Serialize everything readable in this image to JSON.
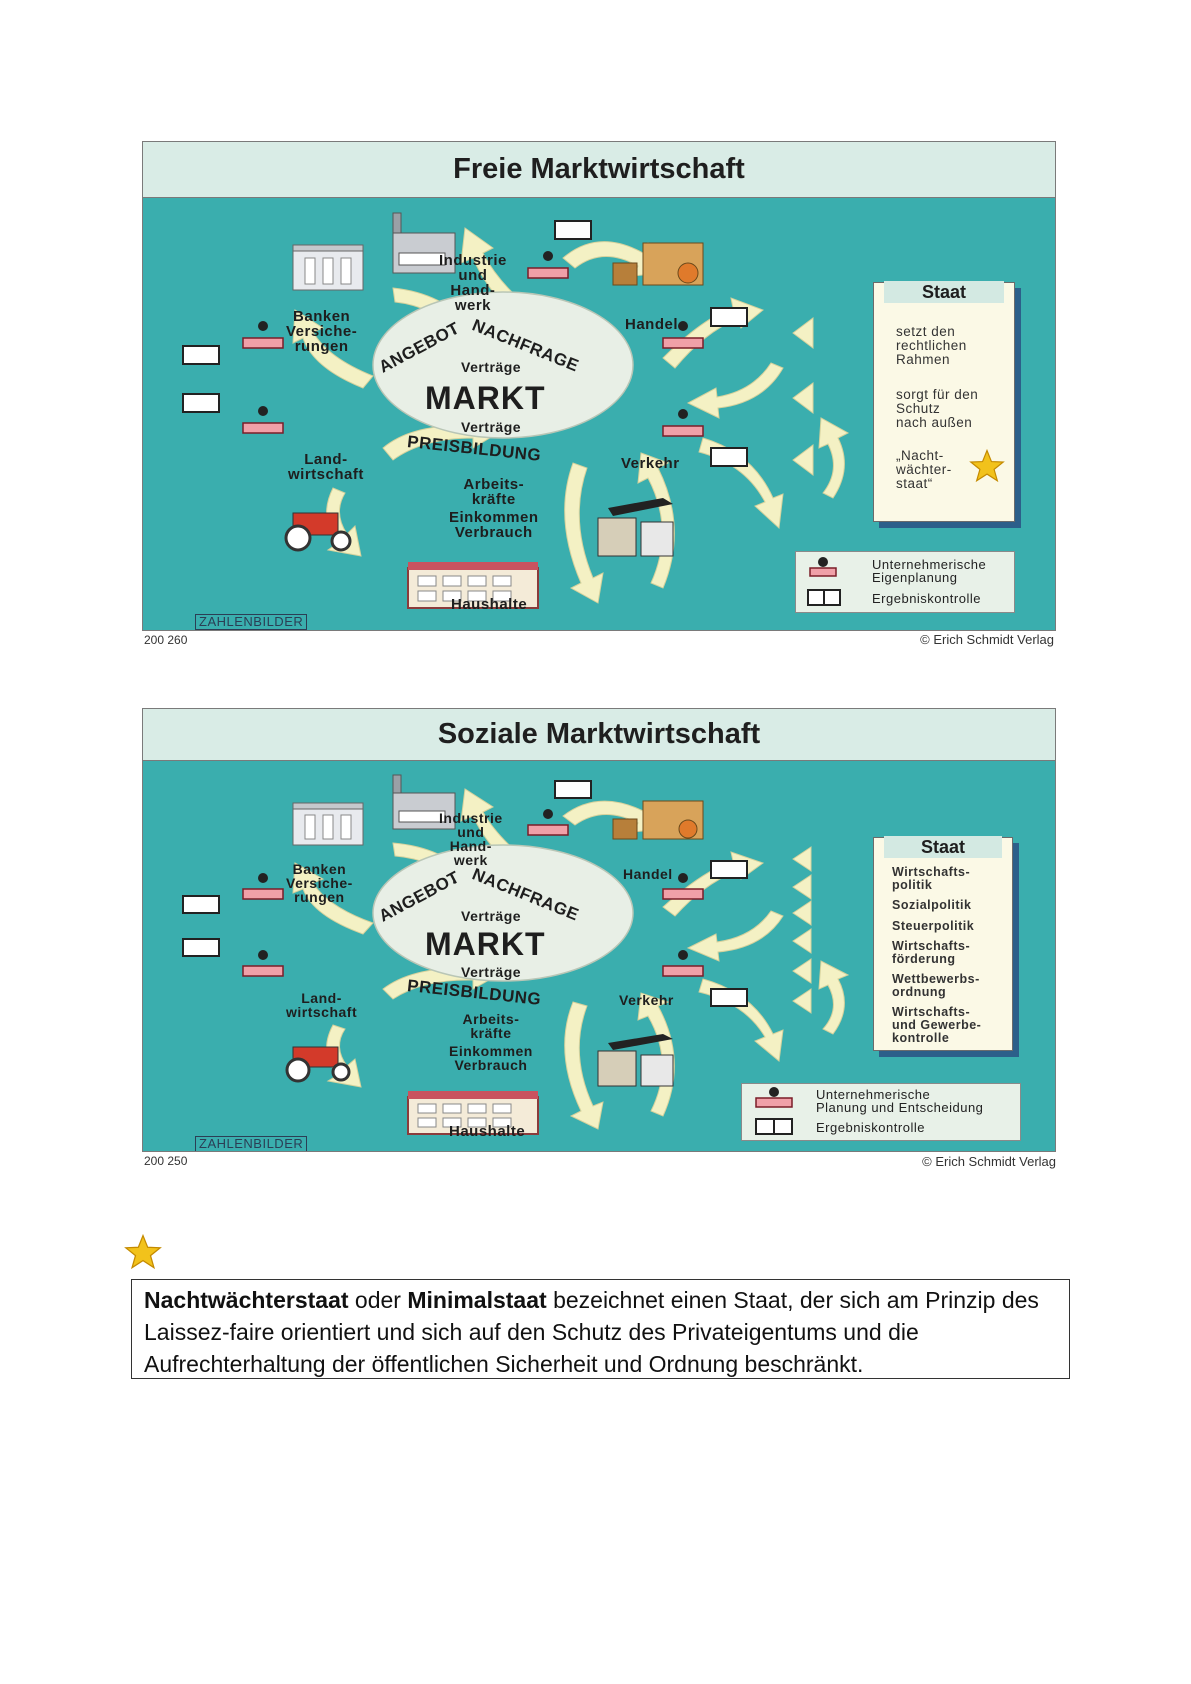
{
  "diagram1": {
    "title": "Freie Marktwirtschaft",
    "market": {
      "angebot": "ANGEBOT",
      "dot": "·",
      "nachfrage": "NACHFRAGE",
      "vertraege_top": "Verträge",
      "markt": "MARKT",
      "vertraege_bottom": "Verträge",
      "preisbildung": "PREISBILDUNG"
    },
    "sectors": {
      "industrie": [
        "Industrie",
        "und",
        "Hand-",
        "werk"
      ],
      "banken": [
        "Banken",
        "Versiche-",
        "rungen"
      ],
      "handel": "Handel",
      "landwirtschaft": [
        "Land-",
        "wirtschaft"
      ],
      "verkehr": "Verkehr",
      "arbeit": [
        "Arbeits-",
        "kräfte",
        "Einkommen",
        "Verbrauch"
      ],
      "haushalte": "Haushalte"
    },
    "staat": {
      "title": "Staat",
      "items": [
        [
          "setzt den",
          "rechtlichen",
          "Rahmen"
        ],
        [
          "sorgt für den",
          "Schutz",
          "nach außen"
        ],
        [
          "„Nacht-",
          "wächter-",
          "staat“"
        ]
      ]
    },
    "legend": {
      "item1": [
        "Unternehmerische",
        "Eigenplanung"
      ],
      "item2": "Ergebniskontrolle"
    },
    "zahlenbilder": "ZAHLENBILDER",
    "code": "200 260",
    "copyright": "© Erich Schmidt Verlag"
  },
  "diagram2": {
    "title": "Soziale Marktwirtschaft",
    "market": {
      "angebot": "ANGEBOT",
      "dot": "·",
      "nachfrage": "NACHFRAGE",
      "vertraege_top": "Verträge",
      "markt": "MARKT",
      "vertraege_bottom": "Verträge",
      "preisbildung": "PREISBILDUNG"
    },
    "sectors": {
      "industrie": [
        "Industrie",
        "und",
        "Hand-",
        "werk"
      ],
      "banken": [
        "Banken",
        "Versiche-",
        "rungen"
      ],
      "handel": "Handel",
      "landwirtschaft": [
        "Land-",
        "wirtschaft"
      ],
      "verkehr": "Verkehr",
      "arbeit": [
        "Arbeits-",
        "kräfte",
        "Einkommen",
        "Verbrauch"
      ],
      "haushalte": "Haushalte"
    },
    "staat": {
      "title": "Staat",
      "items": [
        [
          "Wirtschafts-",
          "politik"
        ],
        [
          "Sozialpolitik"
        ],
        [
          "Steuerpolitik"
        ],
        [
          "Wirtschafts-",
          "förderung"
        ],
        [
          "Wettbewerbs-",
          "ordnung"
        ],
        [
          "Wirtschafts-",
          "und Gewerbe-",
          "kontrolle"
        ]
      ]
    },
    "legend": {
      "item1": [
        "Unternehmerische",
        "Planung und Entscheidung"
      ],
      "item2": "Ergebniskontrolle"
    },
    "zahlenbilder": "ZAHLENBILDER",
    "code": "200 250",
    "copyright": "© Erich Schmidt Verlag"
  },
  "note": {
    "term1": "Nachtwächterstaat",
    "conj": " oder ",
    "term2": "Minimalstaat",
    "text": " bezeichnet einen Staat, der sich am Prinzip des Laissez-faire orientiert und sich auf den Schutz des Privateigentums und die Aufrechterhaltung der öffentlichen Sicherheit und Ordnung beschränkt."
  },
  "colors": {
    "teal": "#3aaeae",
    "title_bg": "#d9ece6",
    "arrow": "#f4f1c4",
    "oval": "#e8efe6",
    "staat_bg": "#fbf9e6",
    "star": "#f2c21b"
  }
}
